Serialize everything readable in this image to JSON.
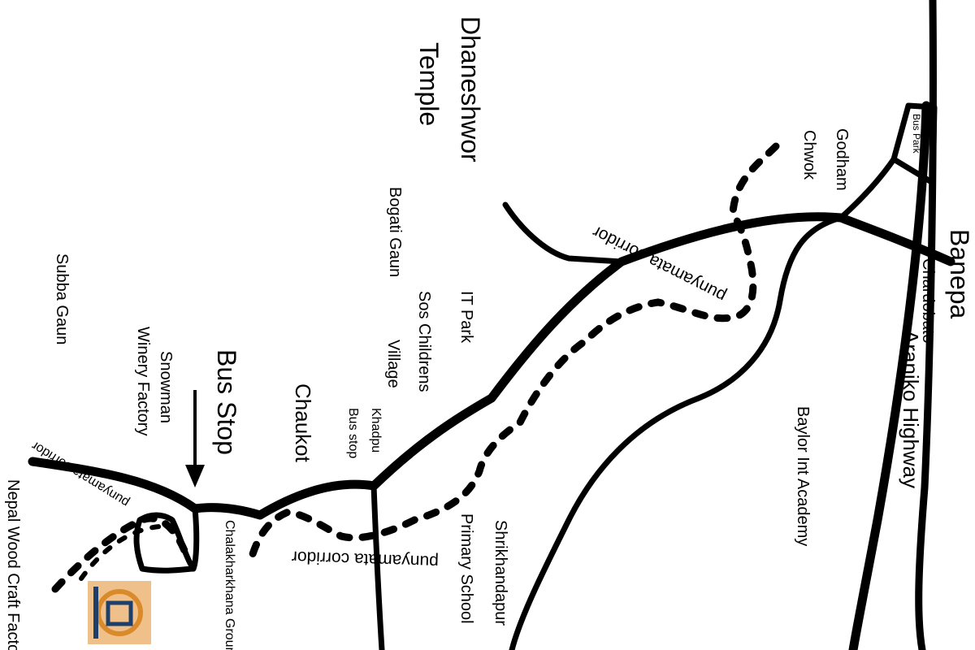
{
  "map": {
    "colors": {
      "road": "#000000",
      "background": "#ffffff",
      "logo_bg": "#f0c08a",
      "logo_accent": "#d98a2b"
    },
    "places": {
      "dhaneshwor": "Dhaneshwor",
      "temple": "Temple",
      "godham": "Godham",
      "chwok": "Chwok",
      "bus_park": "Bus Park",
      "banepa": "Banepa",
      "chardobato": "Chardobato",
      "araniko_highway": "Araniko Highway",
      "baylor": "Baylor Int Academy",
      "bogati_gaun": "Bogati Gaun",
      "it_park": "IT Park",
      "sos_1": "Sos Childrens",
      "sos_2": "Village",
      "khadpu_1": "Khadpu",
      "khadpu_2": "Bus stop",
      "chaukot": "Chaukot",
      "bus_stop": "Bus Stop",
      "snowman_1": "Snowman",
      "snowman_2": "Winery Factory",
      "subba_gaun": "Subba Gaun",
      "nepal_wood": "Nepal Wood Craft Factory",
      "chalakharkha": "Chalakharkhana Ground",
      "shrikhandapur": "Shrikhandapur",
      "primary_school": "Primary School"
    },
    "corridors": {
      "upper": "punyamata corridor",
      "lower": "punyamata corridor",
      "left": "punyamata corridor"
    },
    "icons": {
      "arrow": "down-arrow-icon",
      "logo": "school-logo-icon"
    }
  }
}
